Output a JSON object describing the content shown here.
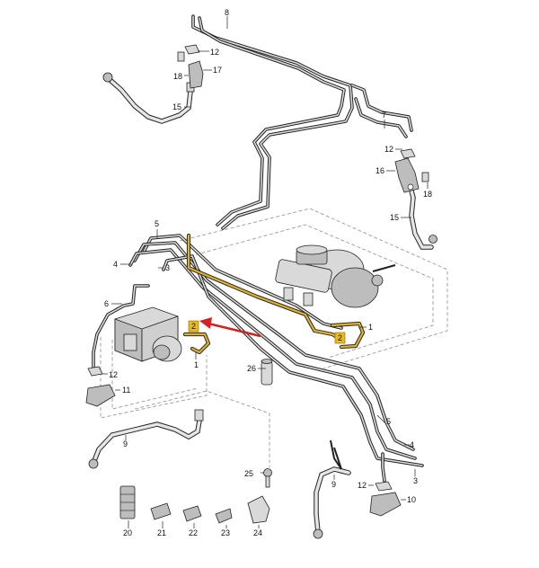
{
  "diagram": {
    "highlight_color": "#e8b923",
    "arrow_color": "#d42020",
    "highlighted_item": "2",
    "callouts": [
      {
        "id": "c8",
        "label": "8"
      },
      {
        "id": "c12a",
        "label": "12"
      },
      {
        "id": "c17",
        "label": "17"
      },
      {
        "id": "c18a",
        "label": "18"
      },
      {
        "id": "c15a",
        "label": "15"
      },
      {
        "id": "c7",
        "label": "7"
      },
      {
        "id": "c12b",
        "label": "12"
      },
      {
        "id": "c16",
        "label": "16"
      },
      {
        "id": "c18b",
        "label": "18"
      },
      {
        "id": "c15b",
        "label": "15"
      },
      {
        "id": "c5a",
        "label": "5"
      },
      {
        "id": "c4a",
        "label": "4"
      },
      {
        "id": "c3a",
        "label": "3"
      },
      {
        "id": "c6",
        "label": "6"
      },
      {
        "id": "c2a",
        "label": "2"
      },
      {
        "id": "c2b",
        "label": "2"
      },
      {
        "id": "c1a",
        "label": "1"
      },
      {
        "id": "c1b",
        "label": "1"
      },
      {
        "id": "c26",
        "label": "26"
      },
      {
        "id": "c12c",
        "label": "12"
      },
      {
        "id": "c11",
        "label": "11"
      },
      {
        "id": "c9a",
        "label": "9"
      },
      {
        "id": "c5b",
        "label": "5"
      },
      {
        "id": "c4b",
        "label": "4"
      },
      {
        "id": "c3b",
        "label": "3"
      },
      {
        "id": "c9b",
        "label": "9"
      },
      {
        "id": "c25",
        "label": "25"
      },
      {
        "id": "c12d",
        "label": "12"
      },
      {
        "id": "c10",
        "label": "10"
      },
      {
        "id": "c20",
        "label": "20"
      },
      {
        "id": "c21",
        "label": "21"
      },
      {
        "id": "c22",
        "label": "22"
      },
      {
        "id": "c23",
        "label": "23"
      },
      {
        "id": "c24",
        "label": "24"
      }
    ]
  }
}
